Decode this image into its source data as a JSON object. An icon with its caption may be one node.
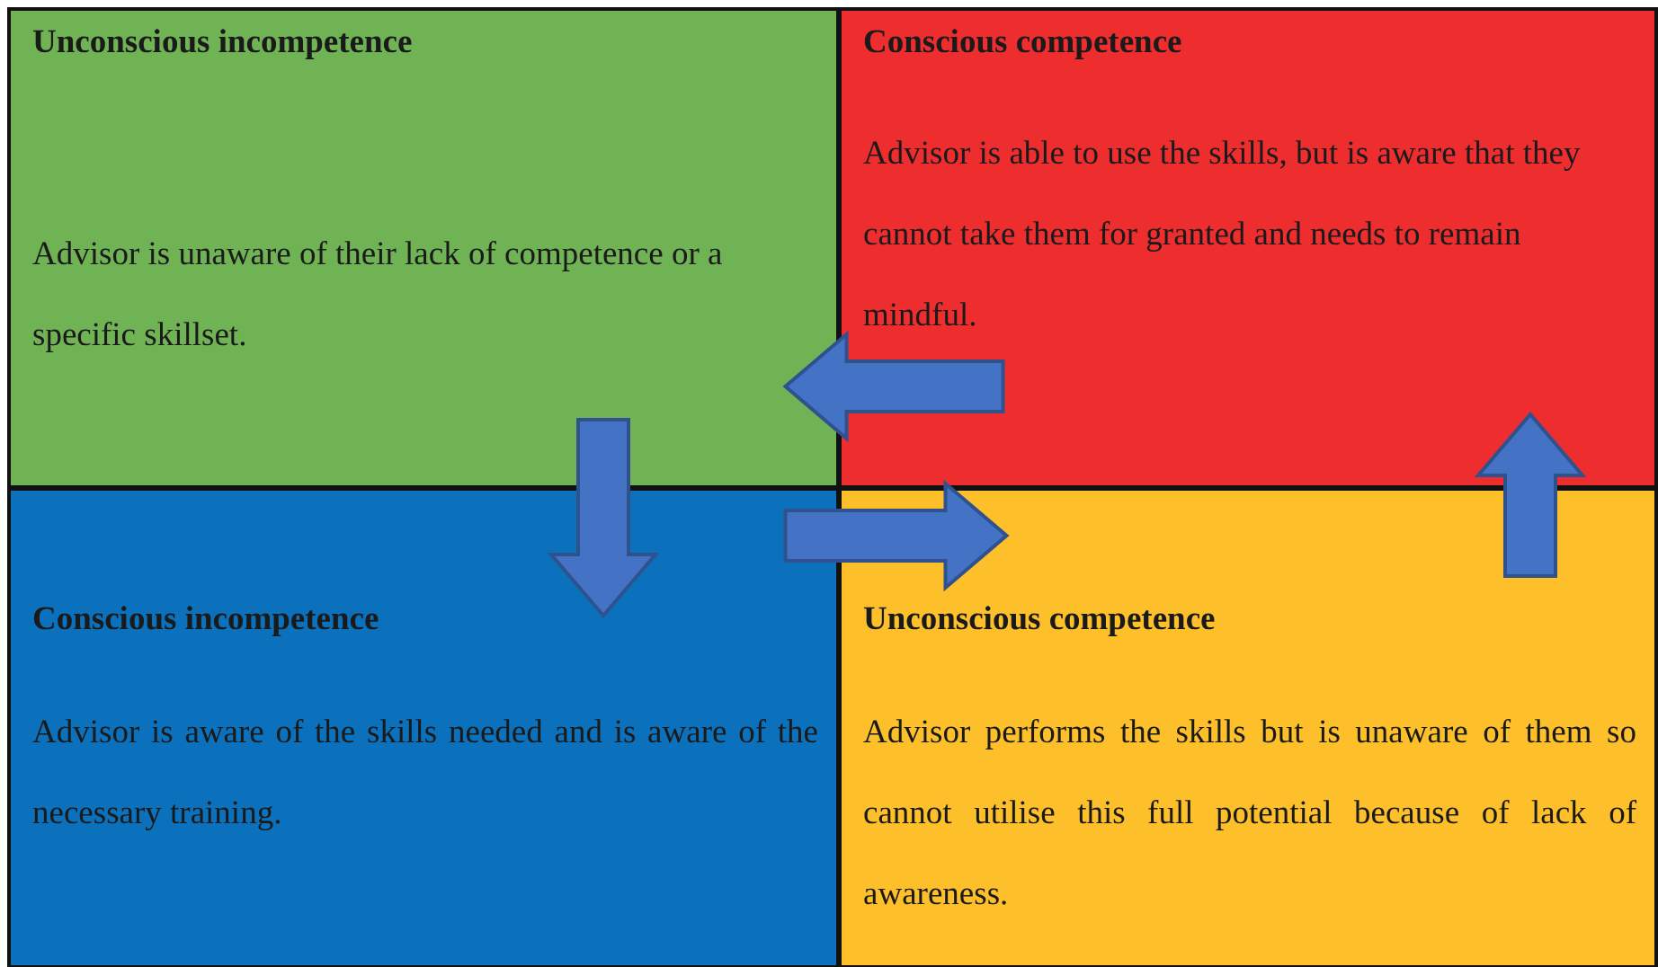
{
  "diagram": {
    "nodes": [
      {
        "text": [
          "Unconscious incompetence",
          "Advisor is unaware of their lack of competence or a specific skillset."
        ]
      },
      {
        "text": [
          "Conscious competence",
          "Advisor is able to use the skills, but is aware that they cannot take them for granted and needs to remain mindful."
        ]
      },
      {
        "text": [
          "Conscious incompetence",
          "Advisor is aware of the skills needed and is aware of the necessary training."
        ]
      },
      {
        "text": [
          "Unconscious competence",
          "Advisor performs the skills but is unaware of them so cannot utilise this full potential because of lack of awareness."
        ]
      }
    ],
    "edges": [
      {
        "from": 0,
        "to": 2,
        "arrow": "to",
        "style": "thick"
      },
      {
        "from": 2,
        "to": 3,
        "arrow": "to",
        "style": "thick"
      },
      {
        "from": 3,
        "to": 1,
        "arrow": "to",
        "style": "thick"
      },
      {
        "from": 1,
        "to": 0,
        "arrow": "to",
        "style": "thick"
      }
    ]
  }
}
